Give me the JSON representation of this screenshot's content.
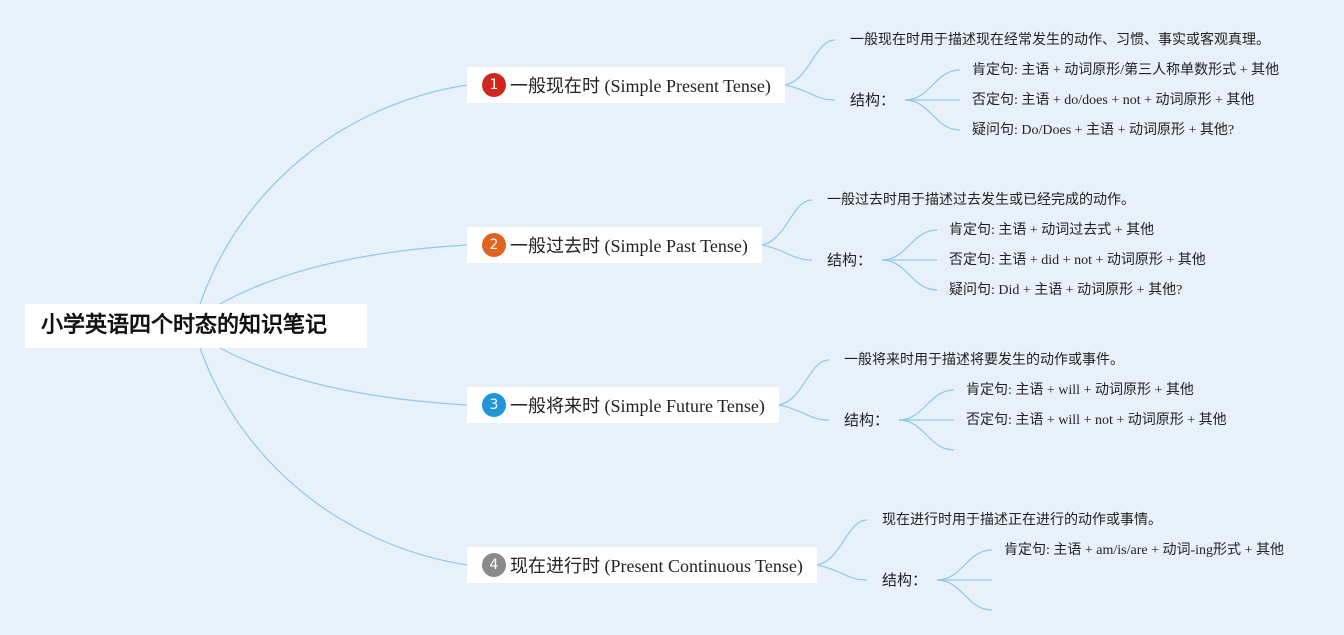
{
  "root": {
    "title": "小学英语四个时态的知识笔记"
  },
  "topics": [
    {
      "badge": "1",
      "color": "#d0261c",
      "label": "一般现在时 (Simple Present Tense)",
      "desc": "一般现在时用于描述现在经常发生的动作、习惯、事实或客观真理。",
      "structure_label": "结构：",
      "structure_items": [
        "肯定句: 主语 + 动词原形/第三人称单数形式 + 其他",
        "否定句: 主语 + do/does + not + 动词原形 + 其他",
        "疑问句: Do/Does + 主语 + 动词原形 + 其他?"
      ]
    },
    {
      "badge": "2",
      "color": "#e0631f",
      "label": "一般过去时 (Simple Past Tense)",
      "desc": "一般过去时用于描述过去发生或已经完成的动作。",
      "structure_label": "结构：",
      "structure_items": [
        "肯定句: 主语 + 动词过去式 + 其他",
        "否定句: 主语 + did + not + 动词原形 + 其他",
        "疑问句: Did + 主语 + 动词原形 + 其他?"
      ]
    },
    {
      "badge": "3",
      "color": "#1e96d8",
      "label": "一般将来时 (Simple Future Tense)",
      "desc": "一般将来时用于描述将要发生的动作或事件。",
      "structure_label": "结构：",
      "structure_items": [
        "肯定句: 主语 + will + 动词原形 + 其他",
        "否定句: 主语 + will + not + 动词原形 + 其他",
        ""
      ]
    },
    {
      "badge": "4",
      "color": "#8a8a8a",
      "label": "现在进行时 (Present Continuous Tense)",
      "desc": "现在进行时用于描述正在进行的动作或事情。",
      "structure_label": "结构：",
      "structure_items": [
        "肯定句: 主语 + am/is/are + 动词-ing形式 + 其他",
        "",
        ""
      ]
    }
  ]
}
